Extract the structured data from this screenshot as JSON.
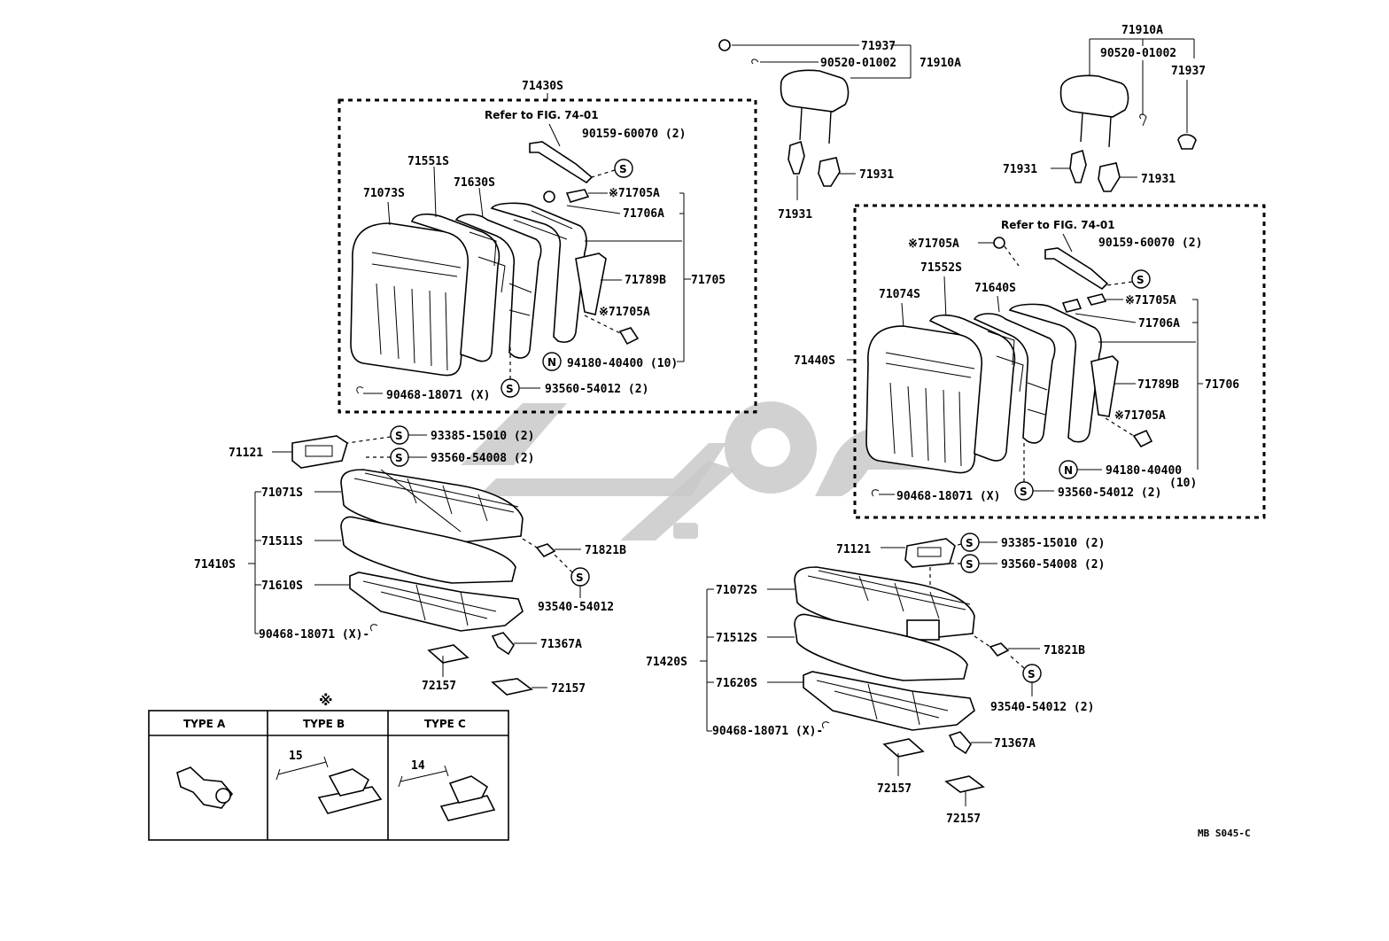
{
  "diagram": {
    "labels": {
      "p71430S": "71430S",
      "refer_left": "Refer to FIG. 74-01",
      "p90159_l": "90159-60070 (2)",
      "p71551S": "71551S",
      "p71630S": "71630S",
      "p71073S": "71073S",
      "p71705A_l1": "※71705A",
      "p71706A_l": "71706A",
      "p71789B_l": "71789B",
      "p71705_l": "71705",
      "p71705A_l2": "※71705A",
      "p94180_l": "94180-40400 (10)",
      "p93560_54012_l": "93560-54012 (2)",
      "p90468_l": "90468-18071 (X)",
      "p71121_l": "71121",
      "p93385_l": "93385-15010 (2)",
      "p93560_54008_l": "93560-54008 (2)",
      "p71071S": "71071S",
      "p71511S": "71511S",
      "p71410S": "71410S",
      "p71610S": "71610S",
      "p71821B_l": "71821B",
      "p93540_l": "93540-54012",
      "p90468_seat_l": "90468-18071 (X)-",
      "p71367A_l": "71367A",
      "p72157_l1": "72157",
      "p72157_l2": "72157",
      "p71937_c": "71937",
      "p90520_c": "90520-01002",
      "p71910A_c": "71910A",
      "p71931_c1": "71931",
      "p71931_c2": "71931",
      "p71910A_r": "71910A",
      "p90520_r": "90520-01002",
      "p71937_r": "71937",
      "p71931_r1": "71931",
      "p71931_r2": "71931",
      "refer_right": "Refer to FIG. 74-01",
      "p71705A_r1": "※71705A",
      "p90159_r": "90159-60070 (2)",
      "p71552S": "71552S",
      "p71640S": "71640S",
      "p71074S": "71074S",
      "p71705A_r2": "※71705A",
      "p71706A_r": "71706A",
      "p71440S": "71440S",
      "p71789B_r": "71789B",
      "p71706_r": "71706",
      "p71705A_r3": "※71705A",
      "p94180_r": "94180-40400",
      "p94180_r_qty": "(10)",
      "p90468_r": "90468-18071 (X)",
      "p93560_54012_r": "93560-54012 (2)",
      "p71121_r": "71121",
      "p93385_r": "93385-15010 (2)",
      "p93560_54008_r": "93560-54008 (2)",
      "p71072S": "71072S",
      "p71512S": "71512S",
      "p71420S": "71420S",
      "p71620S": "71620S",
      "p71821B_r": "71821B",
      "p93540_r": "93540-54012 (2)",
      "p90468_seat_r": "90468-18071 (X)-",
      "p71367A_r": "71367A",
      "p72157_r1": "72157",
      "p72157_r2": "72157",
      "code": "MB S045-C"
    },
    "circle_marks": {
      "s": "S",
      "n": "N"
    },
    "type_table": {
      "asterisk": "※",
      "headers": [
        "TYPE A",
        "TYPE B",
        "TYPE C"
      ],
      "dim_b": "15",
      "dim_c": "14"
    }
  }
}
